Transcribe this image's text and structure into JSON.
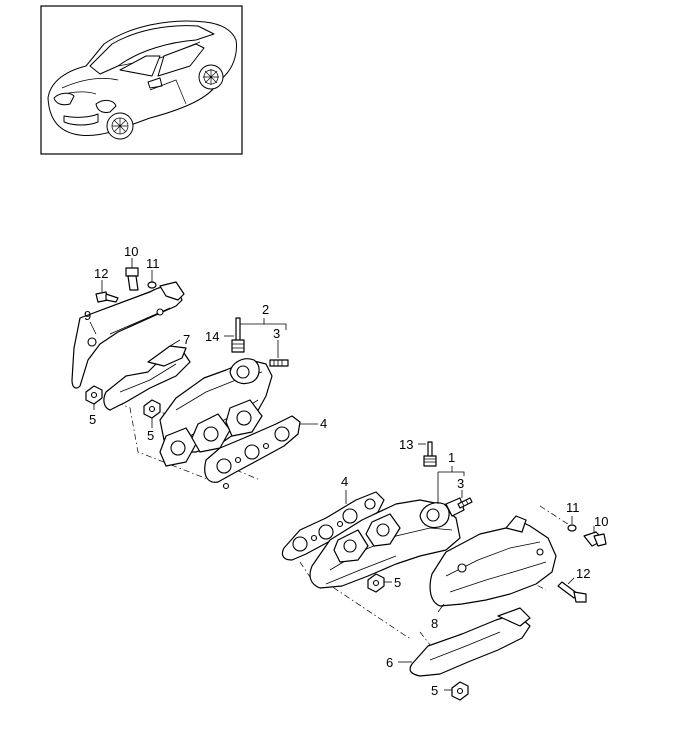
{
  "callouts": {
    "c1": "1",
    "c2": "2",
    "c3a": "3",
    "c3b": "3",
    "c4a": "4",
    "c4b": "4",
    "c5a": "5",
    "c5b": "5",
    "c5c": "5",
    "c5d": "5",
    "c6": "6",
    "c7": "7",
    "c8": "8",
    "c9": "9",
    "c10a": "10",
    "c10b": "10",
    "c11a": "11",
    "c11b": "11",
    "c12a": "12",
    "c12b": "12",
    "c13": "13",
    "c14": "14"
  }
}
